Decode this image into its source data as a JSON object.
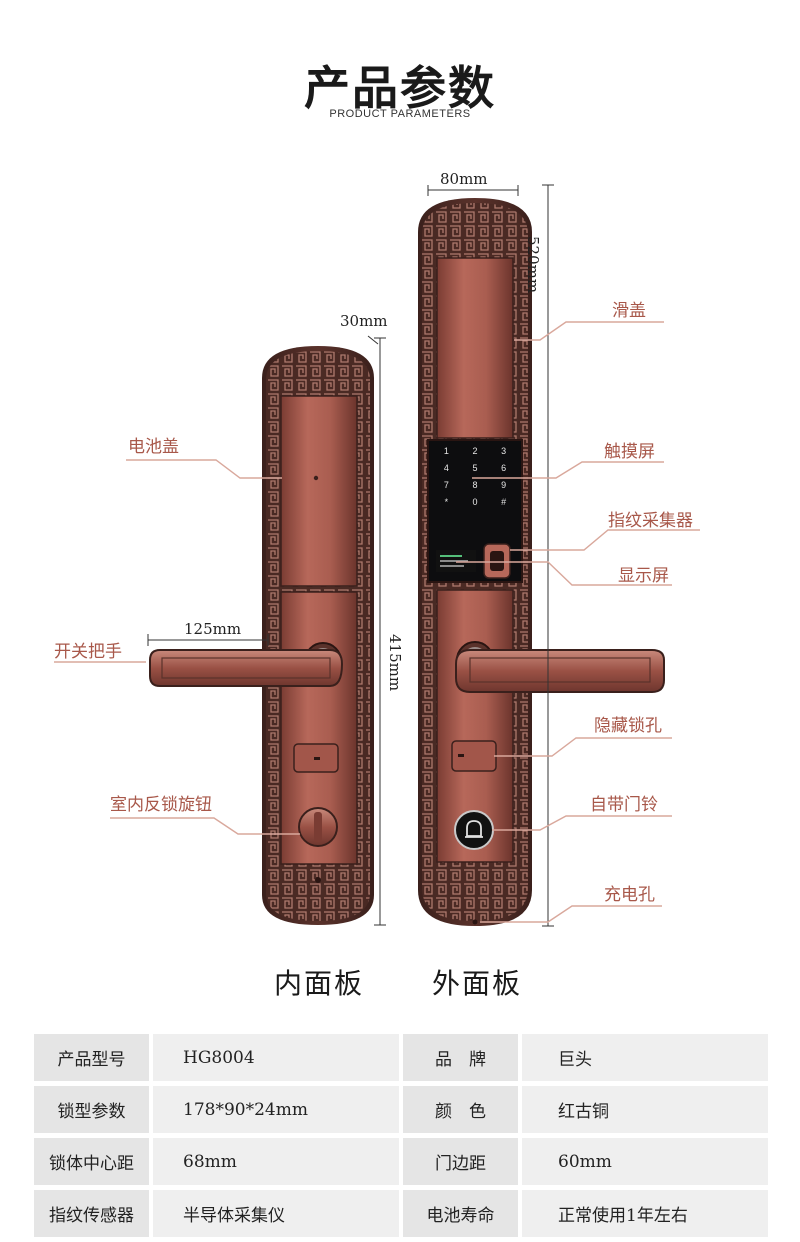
{
  "header": {
    "title": "产品参数",
    "subtitle": "PRODUCT PARAMETERS"
  },
  "dimensions": {
    "width_80": "80mm",
    "height_520": "520mm",
    "thickness_30": "30mm",
    "height_415": "415mm",
    "handle_125": "125mm"
  },
  "callouts_left": {
    "battery_cover": "电池盖",
    "handle": "开关把手",
    "inner_knob": "室内反锁旋钮"
  },
  "callouts_right": {
    "slide_cover": "滑盖",
    "touch_screen": "触摸屏",
    "fingerprint": "指纹采集器",
    "display": "显示屏",
    "hidden_keyhole": "隐藏锁孔",
    "doorbell": "自带门铃",
    "charging": "充电孔"
  },
  "keypad": [
    "1",
    "2",
    "3",
    "4",
    "5",
    "6",
    "7",
    "8",
    "9",
    "*",
    "0",
    "#"
  ],
  "panels": {
    "inner": "内面板",
    "outer": "外面板"
  },
  "specs": [
    {
      "label": "产品型号",
      "value": "HG8004",
      "label2": "品　牌",
      "value2": "巨头"
    },
    {
      "label": "锁型参数",
      "value": "178*90*24mm",
      "label2": "颜　色",
      "value2": "红古铜"
    },
    {
      "label": "锁体中心距",
      "value": "68mm",
      "label2": "门边距",
      "value2": "60mm"
    },
    {
      "label": "指纹传感器",
      "value": "半导体采集仪",
      "label2": "电池寿命",
      "value2": "正常使用1年左右"
    }
  ],
  "colors": {
    "copper": "#a0554a",
    "copper_dark": "#4a2a24",
    "callout": "#a8584a",
    "callout_line": "#d9a89c"
  }
}
